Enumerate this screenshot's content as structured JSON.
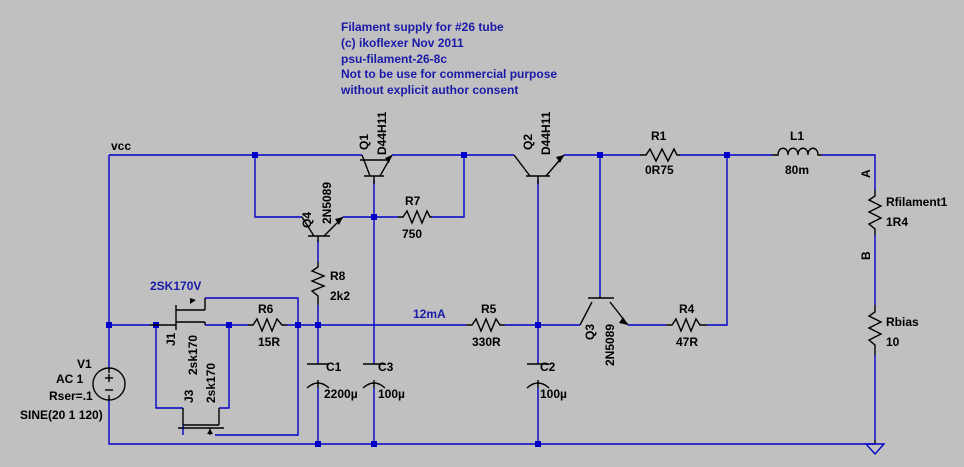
{
  "notes": [
    "Filament supply for #26 tube",
    "(c) ikoflexer Nov 2011",
    "psu-filament-26-8c",
    "Not to be use for commercial purpose",
    "without explicit author consent"
  ],
  "nets": {
    "vcc": "vcc",
    "current": "12mA",
    "A": "A",
    "B": "B"
  },
  "components": {
    "Q1": {
      "ref": "Q1",
      "value": "D44H11"
    },
    "Q2": {
      "ref": "Q2",
      "value": "D44H11"
    },
    "Q3": {
      "ref": "Q3",
      "value": "2N5089"
    },
    "Q4": {
      "ref": "Q4",
      "value": "2N5089"
    },
    "R1": {
      "ref": "R1",
      "value": "0R75"
    },
    "R4": {
      "ref": "R4",
      "value": "47R"
    },
    "R5": {
      "ref": "R5",
      "value": "330R"
    },
    "R6": {
      "ref": "R6",
      "value": "15R"
    },
    "R7": {
      "ref": "R7",
      "value": "750"
    },
    "R8": {
      "ref": "R8",
      "value": "2k2"
    },
    "L1": {
      "ref": "L1",
      "value": "80m"
    },
    "C1": {
      "ref": "C1",
      "value": "2200µ"
    },
    "C2": {
      "ref": "C2",
      "value": "100µ"
    },
    "C3": {
      "ref": "C3",
      "value": "100µ"
    },
    "J1": {
      "ref": "J1",
      "value": "2sk170"
    },
    "J3": {
      "ref": "J3",
      "value": "2sk170"
    },
    "Rfilament1": {
      "ref": "Rfilament1",
      "value": "1R4"
    },
    "Rbias": {
      "ref": "Rbias",
      "value": "10"
    },
    "V1": {
      "ref": "V1",
      "ac": "AC 1",
      "rser": "Rser=.1",
      "source": "SINE(20 1 120)"
    }
  },
  "jfet_group_label": "2SK170V",
  "colors": {
    "background": "#c0c0c0",
    "wire": "#0000c8",
    "component": "#000000",
    "comment": "#1a1aa8"
  }
}
